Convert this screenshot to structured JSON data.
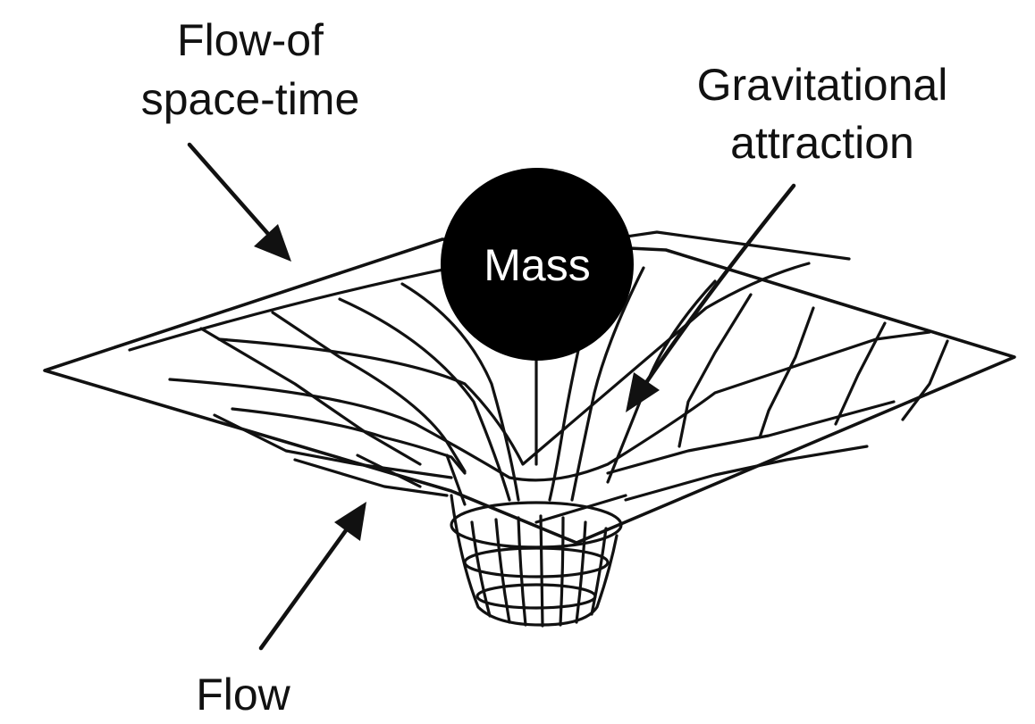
{
  "labels": {
    "flow_of_line1": "Flow-of",
    "flow_of_line2": "space-time",
    "grav_line1": "Gravitational",
    "grav_line2": "attraction",
    "mass": "Mass",
    "flow": "Flow"
  },
  "colors": {
    "ink": "#111111",
    "background": "#ffffff",
    "mass_fill": "#000000",
    "mass_text": "#ffffff"
  }
}
